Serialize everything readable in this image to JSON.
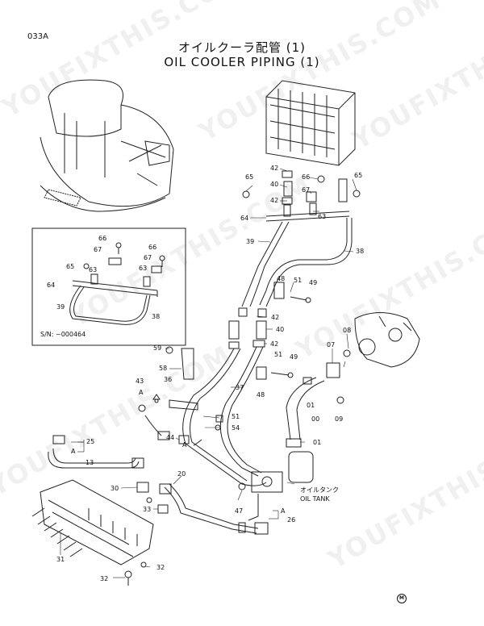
{
  "page_code": "033A",
  "title_jp": "オイルクーラ配管 (1)",
  "title_en": "OIL COOLER PIPING (1)",
  "watermarks": [
    "YOUFIXTHIS.COM",
    "YOUFIXTHIS.COM",
    "YOUFIXTHIS.COM",
    "YOUFIXTHIS",
    "YOUFIXTHIS.COM",
    "YOUFIXTHIS.COM",
    "YOUFIXTHIS"
  ],
  "inset_serial": "S/N: ~000464",
  "tank_label_jp": "オイルタンク",
  "tank_label_en": "OIL TANK",
  "footer_logo": "M",
  "callouts": {
    "c65a": "65",
    "c42a": "42",
    "c40a": "40",
    "c42b": "42",
    "c66a": "66",
    "c67a": "67",
    "c65b": "65",
    "c64a": "64",
    "c63a": "63",
    "c39a": "39",
    "c38a": "38",
    "c48a": "48",
    "c51a": "51",
    "c49a": "49",
    "c42c": "42",
    "c40b": "40",
    "c42d": "42",
    "c08": "08",
    "c07": "07",
    "c59": "59",
    "c58": "58",
    "c51b": "51",
    "c49b": "49",
    "c48b": "48",
    "c43": "43",
    "c36": "36",
    "c37": "37",
    "cA1": "A",
    "c01a": "01",
    "c00": "00",
    "c09": "09",
    "c51c": "51",
    "c54": "54",
    "c44": "44",
    "cA2": "A",
    "c01b": "01",
    "c25": "25",
    "cA3": "A",
    "c13": "13",
    "c20": "20",
    "c30": "30",
    "c47": "47",
    "c33": "33",
    "cA4": "A",
    "c26": "26",
    "c31": "31",
    "c32a": "32",
    "c32b": "32",
    "i66a": "66",
    "i67a": "67",
    "i66b": "66",
    "i65": "65",
    "i63a": "63",
    "i67b": "67",
    "i63b": "63",
    "i64": "64",
    "i39": "39",
    "i38": "38"
  }
}
